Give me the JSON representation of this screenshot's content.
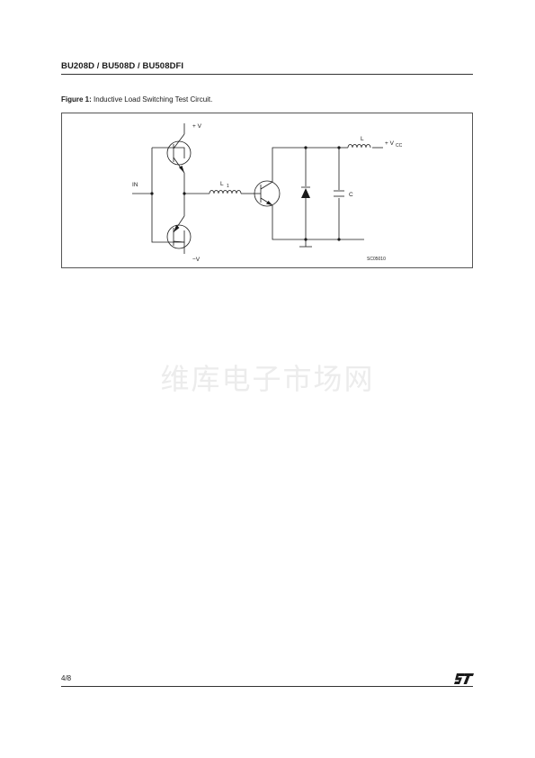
{
  "header": {
    "title": "BU208D / BU508D / BU508DFI"
  },
  "figure": {
    "label": "Figure 1:",
    "caption": "Inductive Load Switching Test Circuit.",
    "labels": {
      "plus_v": "+ V",
      "minus_v": "−V",
      "input": "IN",
      "inductor1_letter": "L",
      "inductor1_sub": "1",
      "inductor_letter": "L",
      "vcc_plus": "+ V",
      "vcc_sub": "CC",
      "capacitor": "C",
      "code": "SC05010"
    }
  },
  "watermark": {
    "text": "维库电子市场网"
  },
  "footer": {
    "page_number": "4/8"
  },
  "logo": {
    "name": "st-logo",
    "color": "#1a1a1a"
  }
}
